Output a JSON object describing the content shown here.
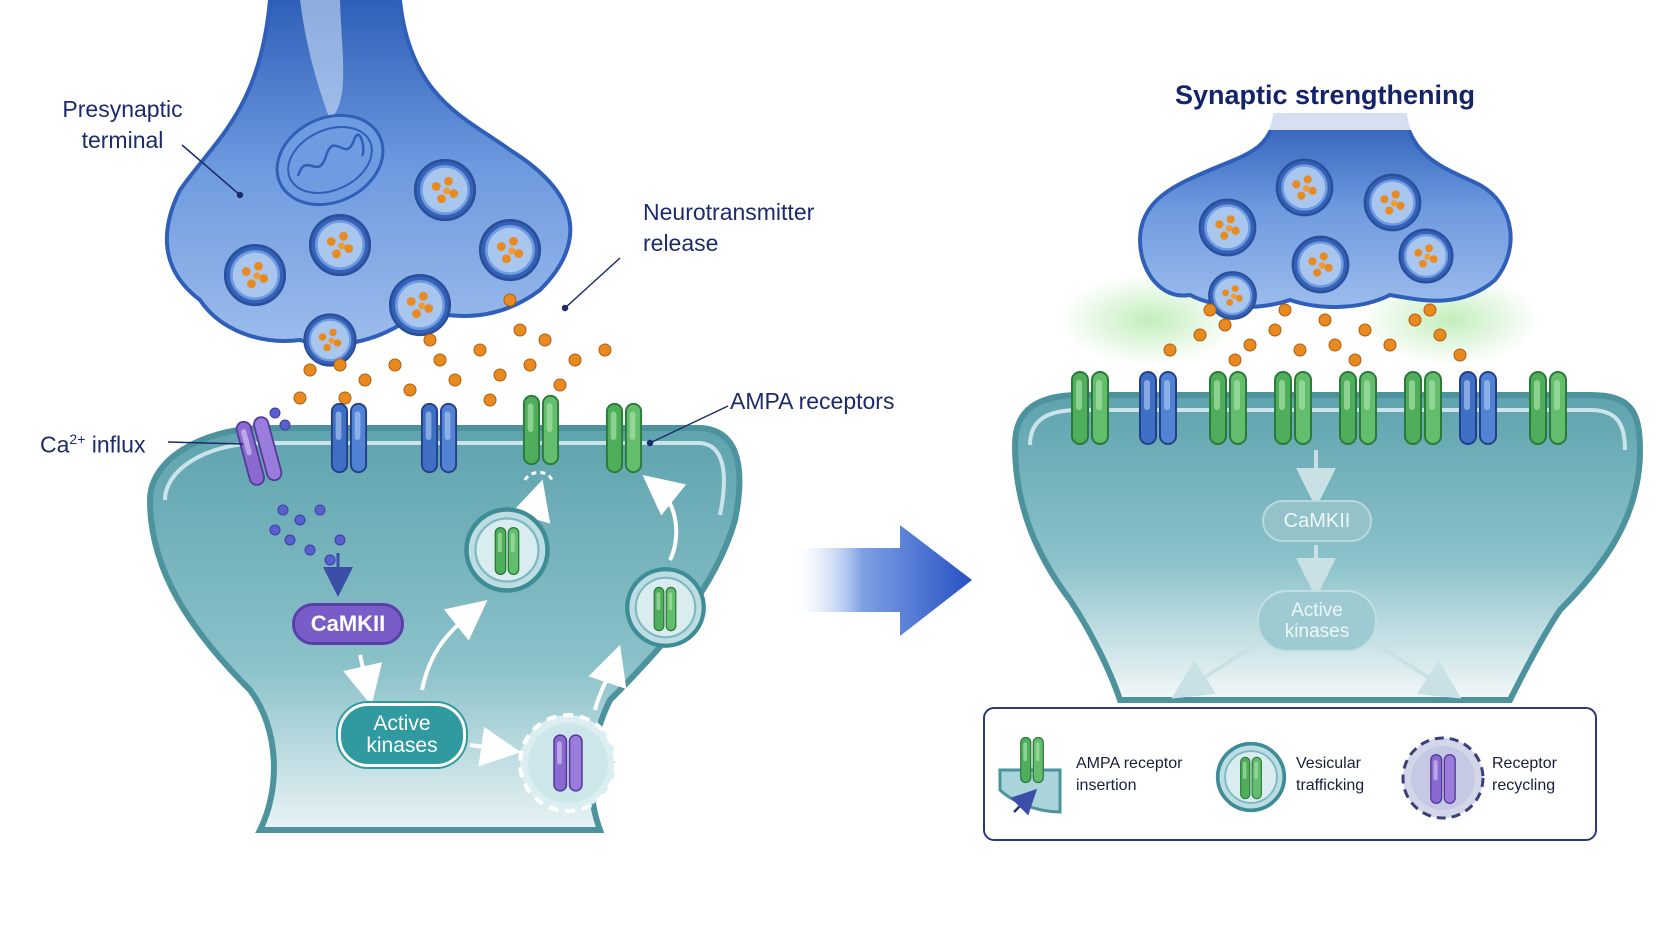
{
  "labels": {
    "presynaptic_line1": "Presynaptic",
    "presynaptic_line2": "terminal",
    "neurotransmitter_line1": "Neurotransmitter",
    "neurotransmitter_line2": "release",
    "ampa_receptors": "AMPA receptors",
    "ca_influx_prefix": "Ca",
    "ca_influx_sup": "2+",
    "ca_influx_suffix": " influx"
  },
  "left_panel": {
    "camkii": "CaMKII",
    "active_kinases_line1": "Active",
    "active_kinases_line2": "kinases"
  },
  "right_panel": {
    "title": "Synaptic strengthening",
    "camkii": "CaMKII",
    "active_kinases_line1": "Active",
    "active_kinases_line2": "kinases"
  },
  "legend": {
    "items": [
      {
        "line1": "AMPA receptor",
        "line2": "insertion",
        "icon": "ampa-insertion-icon"
      },
      {
        "line1": "Vesicular",
        "line2": "trafficking",
        "icon": "vesicle-icon"
      },
      {
        "line1": "Receptor",
        "line2": "recycling",
        "icon": "recycling-icon"
      }
    ]
  },
  "colors": {
    "presynaptic_blue": "#5b8fd4",
    "postsynaptic_teal": "#6aaab4",
    "ampa_green": "#4fae5c",
    "nmda_blue": "#3f6fc4",
    "ca_channel_purple": "#8a6ad0",
    "neurotransmitter_orange": "#e88a1f",
    "calcium_ion": "#5a5fd0",
    "camkii_purple": "#7a5cc8",
    "kinase_teal": "#2f9aa0",
    "arrow_blue": "#2f5fc8"
  }
}
